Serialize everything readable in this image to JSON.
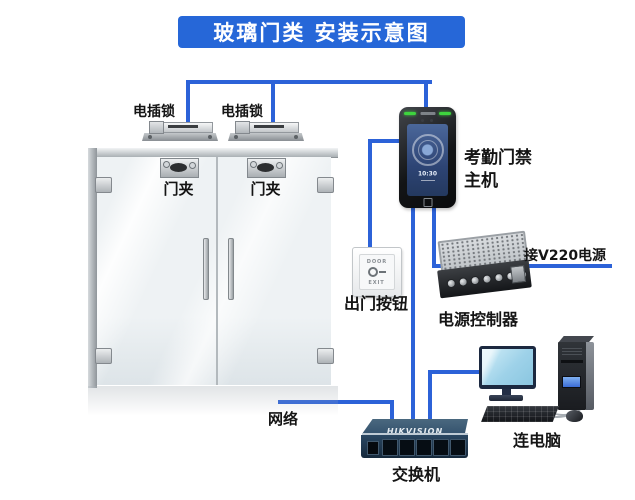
{
  "title": "玻璃门类 安装示意图",
  "colors": {
    "banner": "#2667d8",
    "wire": "#2c62d8",
    "text": "#141414"
  },
  "labels": {
    "lock_left": "电插锁",
    "lock_right": "电插锁",
    "clamp_left": "门夹",
    "clamp_right": "门夹",
    "host_line1": "考勤门禁",
    "host_line2": "主机",
    "exit_button": "出门按钮",
    "power_source": "接V220电源",
    "power_controller": "电源控制器",
    "network": "网络",
    "switch": "交换机",
    "computer": "连电脑"
  },
  "devices": {
    "host_screen_time": "10:30",
    "exit_plate_top": "DOOR",
    "exit_plate_bottom": "EXIT",
    "switch_brand": "HIKVISION"
  }
}
